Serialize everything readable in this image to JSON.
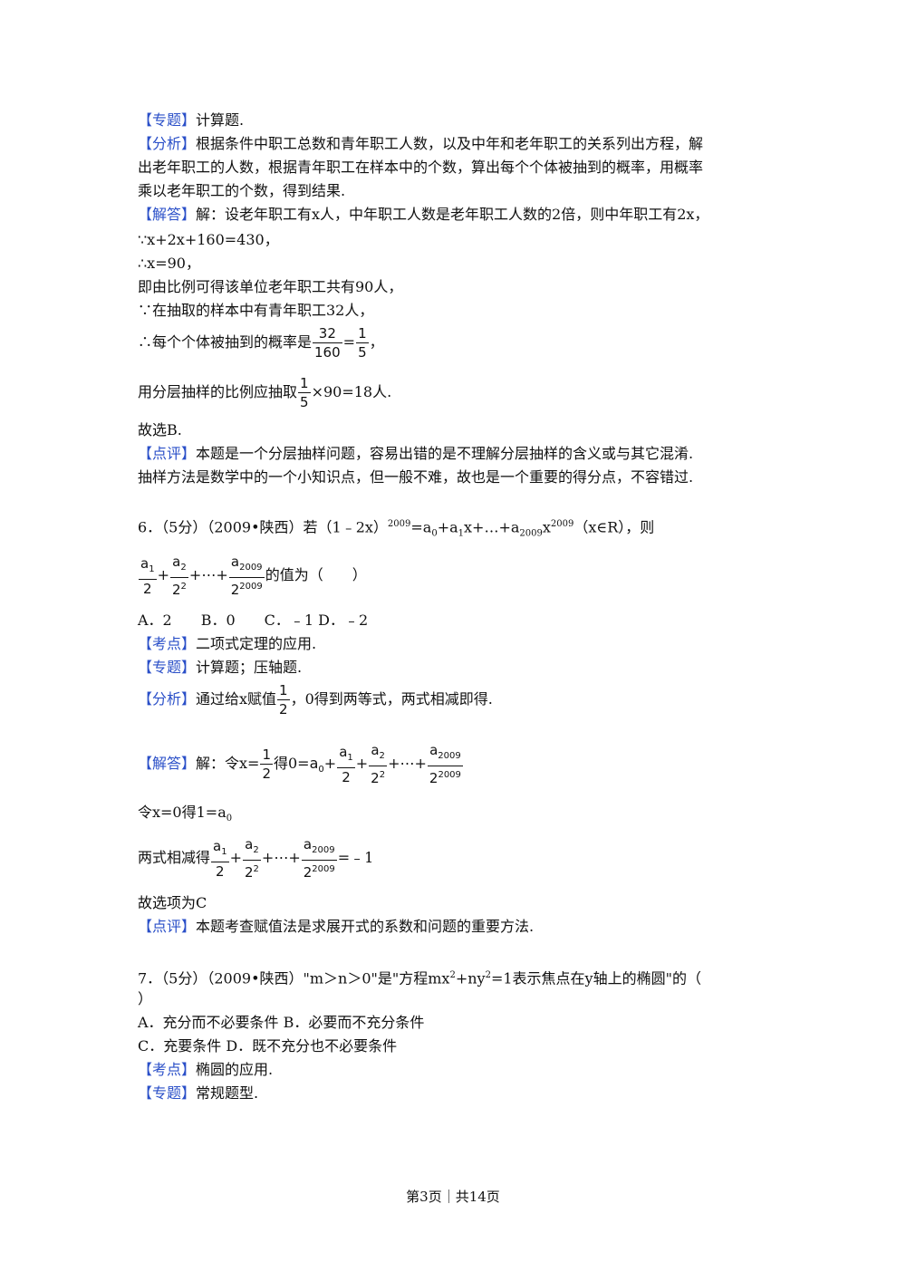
{
  "block1": {
    "topic_tag": "【专题】",
    "topic_text": "计算题.",
    "analysis_tag": "【分析】",
    "analysis_l1": "根据条件中职工总数和青年职工人数，以及中年和老年职工的关系列出方程，解",
    "analysis_l2": "出老年职工的人数，根据青年职工在样本中的个数，算出每个个体被抽到的概率，用概率",
    "analysis_l3": "乘以老年职工的个数，得到结果.",
    "solution_tag": "【解答】",
    "solution_l1": "解：设老年职工有x人，中年职工人数是老年职工人数的2倍，则中年职工有2x，",
    "solution_l2": "∵x+2x+160=430，",
    "solution_l3": "∴x=90，",
    "solution_l4": "即由比例可得该单位老年职工共有90人，",
    "solution_l5": "∵在抽取的样本中有青年职工32人，",
    "solution_l6_pre": "∴每个个体被抽到的概率是",
    "frac_a_num": "32",
    "frac_a_den": "160",
    "eq": "=",
    "frac_b_num": "1",
    "frac_b_den": "5",
    "solution_l6_post": "，",
    "solution_l7_pre": "用分层抽样的比例应抽取",
    "frac_c_num": "1",
    "frac_c_den": "5",
    "solution_l7_post": "×90=18人.",
    "solution_l8": "故选B.",
    "comment_tag": "【点评】",
    "comment_l1": "本题是一个分层抽样问题，容易出错的是不理解分层抽样的含义或与其它混淆.",
    "comment_l2": "抽样方法是数学中的一个小知识点，但一般不难，故也是一个重要的得分点，不容错过."
  },
  "q6": {
    "stem_l1": "6．（5分）（2009•陕西）若（1﹣2x）",
    "stem_exp": "2009",
    "stem_rest": "=a",
    "sub0": "0",
    "plus_a1": "+a",
    "sub1": "1",
    "x_dots": "x+…+a",
    "sub2009": "2009",
    "x": "x",
    "exp2009": "2009",
    "stem_tail": "（x∈R），则",
    "f1_num": "a",
    "f1_num_sub": "1",
    "f1_den": "2",
    "plus": "+",
    "f2_num": "a",
    "f2_num_sub": "2",
    "f2_den": "2",
    "f2_den_sup": "2",
    "dots": "+⋯+",
    "f3_num": "a",
    "f3_num_sub": "2009",
    "f3_den": "2",
    "f3_den_sup": "2009",
    "stem_l2_tail": "的值为（　　）",
    "options": "A．2　　B．0　　C．﹣1  D．﹣2",
    "point_tag": "【考点】",
    "point_text": "二项式定理的应用.",
    "topic_tag": "【专题】",
    "topic_text": "计算题；压轴题.",
    "analysis_tag": "【分析】",
    "analysis_pre": "通过给x赋值",
    "analysis_frac_num": "1",
    "analysis_frac_den": "2",
    "analysis_post": "，0得到两等式，两式相减即得.",
    "solution_tag": "【解答】",
    "solution_pre": "解：令x=",
    "sol_frac_num": "1",
    "sol_frac_den": "2",
    "sol_mid": "得0=",
    "sol_a0": "a",
    "sol_a0_sub": "0",
    "solution_l2_pre": "令x=0得1=a",
    "solution_l2_sub": "0",
    "solution_l3_pre": "两式相减得",
    "solution_l3_post": "=﹣1",
    "solution_l4": "故选项为C",
    "comment_tag": "【点评】",
    "comment_text": "本题考查赋值法是求展开式的系数和问题的重要方法."
  },
  "q7": {
    "stem_pre": "7．（5分）（2009•陕西）\"m＞n＞0\"是\"方程mx",
    "sup1": "2",
    "stem_mid": "+ny",
    "sup2": "2",
    "stem_post": "=1表示焦点在y轴上的椭圆\"的（",
    "stem_l2": "）",
    "options_l1": "A．充分而不必要条件 B．必要而不充分条件",
    "options_l2": "C．充要条件 D．既不充分也不必要条件",
    "point_tag": "【考点】",
    "point_text": "椭圆的应用.",
    "topic_tag": "【专题】",
    "topic_text": "常规题型."
  },
  "footer": "第3页｜共14页"
}
